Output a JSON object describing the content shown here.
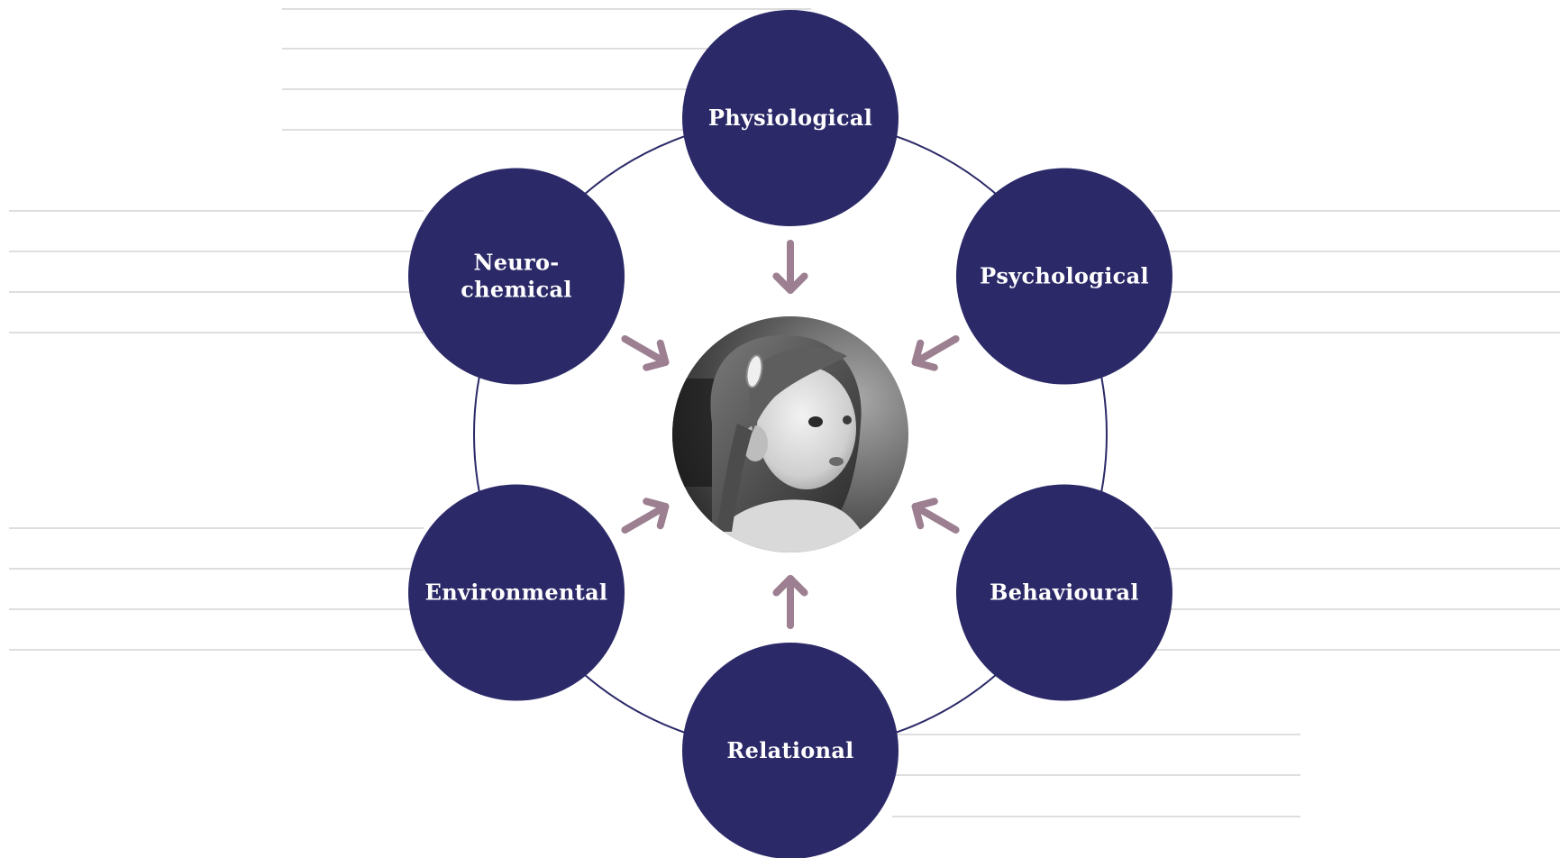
{
  "diagram": {
    "center": {
      "icon": "child-portrait-photo"
    },
    "nodes": [
      {
        "id": "physiological",
        "lines": [
          "Physiological"
        ]
      },
      {
        "id": "psychological",
        "lines": [
          "Psychological"
        ]
      },
      {
        "id": "behavioural",
        "lines": [
          "Behavioural"
        ]
      },
      {
        "id": "relational",
        "lines": [
          "Relational"
        ]
      },
      {
        "id": "environmental",
        "lines": [
          "Environmental"
        ]
      },
      {
        "id": "neurochemical",
        "lines": [
          "Neuro-",
          "chemical"
        ]
      }
    ],
    "colors": {
      "node_fill": "#2b2968",
      "node_text": "#ffffff",
      "ring_stroke": "#2b2968",
      "arrow": "#9c7f90",
      "rule_lines": "#d4d4d4",
      "background": "#ffffff"
    },
    "arrow_direction": "inward-to-center"
  }
}
